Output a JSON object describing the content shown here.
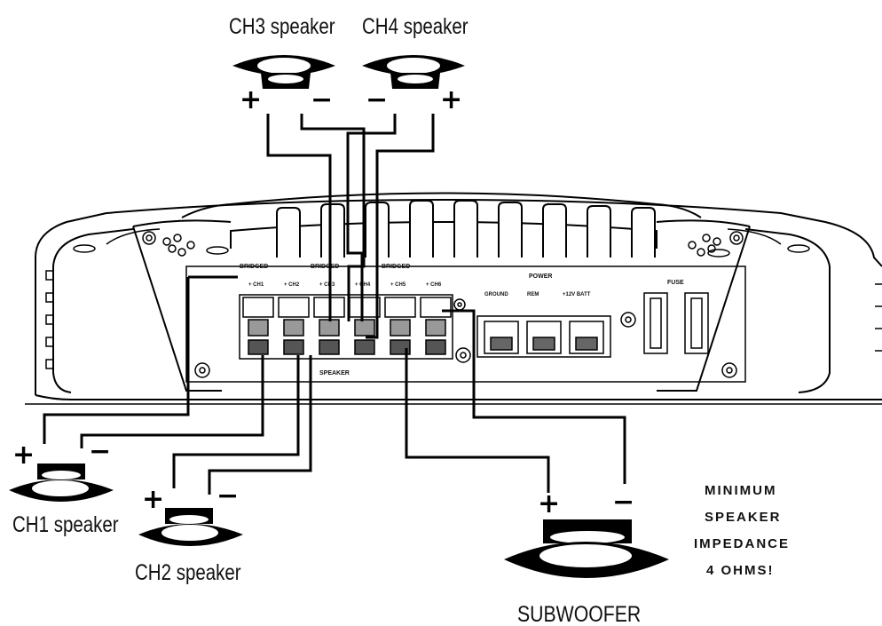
{
  "speakers": {
    "ch1": {
      "label": "CH1 speaker",
      "plus": "+",
      "minus": "−"
    },
    "ch2": {
      "label": "CH2 speaker",
      "plus": "+",
      "minus": "−"
    },
    "ch3": {
      "label": "CH3 speaker",
      "plus": "+",
      "minus": "−"
    },
    "ch4": {
      "label": "CH4 speaker",
      "plus": "+",
      "minus": "−"
    },
    "sub": {
      "label": "SUBWOOFER",
      "plus": "+",
      "minus": "−"
    }
  },
  "amplifier": {
    "bridged_labels": [
      "BRIDGED",
      "BRIDGED",
      "BRIDGED"
    ],
    "channel_labels": [
      "+ CH1",
      "+ CH2",
      "+ CH3",
      "+ CH4",
      "+ CH5",
      "+ CH6"
    ],
    "speaker_label": "SPEAKER",
    "power_label": "POWER",
    "power_terminals": [
      "GROUND",
      "REM",
      "+12V BATT"
    ],
    "fuse_label": "FUSE"
  },
  "warning": {
    "lines": [
      "MINIMUM",
      "SPEAKER",
      "IMPEDANCE",
      "4 OHMS!"
    ]
  },
  "colors": {
    "ink": "#000000",
    "paper": "#ffffff",
    "line_gray": "#555555"
  }
}
